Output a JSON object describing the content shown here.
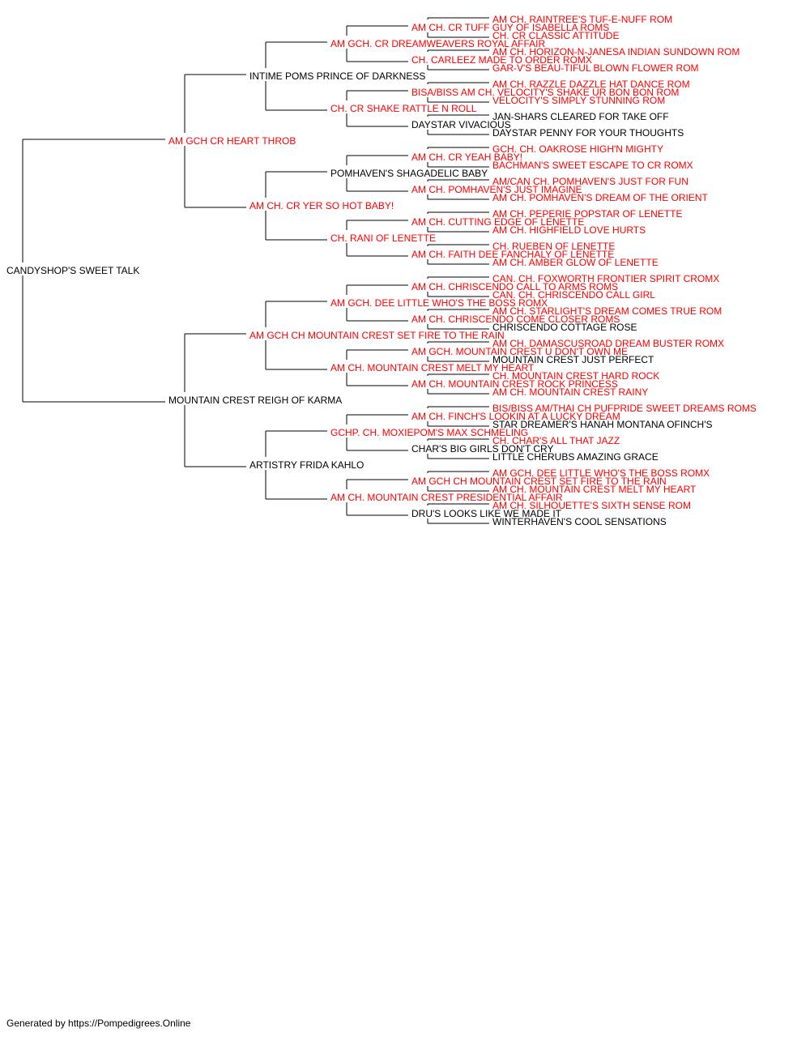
{
  "colors": {
    "champion": "#ff0000",
    "normal": "#000000",
    "line": "#000000"
  },
  "pedigree": {
    "name": "CANDYSHOP'S SWEET TALK",
    "champion": false,
    "sire": {
      "name": "AM GCH CR HEART THROB",
      "champion": true,
      "sire": {
        "name": "INTIME POMS PRINCE OF DARKNESS",
        "champion": false,
        "sire": {
          "name": "AM GCH. CR DREAMWEAVERS ROYAL AFFAIR",
          "champion": true,
          "sire": {
            "name": "AM CH. CR TUFF GUY OF ISABELLA ROMS",
            "champion": true,
            "sire": {
              "name": "AM CH. RAINTREE'S TUF-E-NUFF ROM",
              "champion": true
            },
            "dam": {
              "name": "CH. CR CLASSIC ATTITUDE",
              "champion": true
            }
          },
          "dam": {
            "name": "CH. CARLEEZ MADE TO ORDER ROMX",
            "champion": true,
            "sire": {
              "name": "AM CH. HORIZON-N-JANESA INDIAN SUNDOWN ROM",
              "champion": true
            },
            "dam": {
              "name": "GAR-V'S BEAU-TIFUL BLOWN FLOWER ROM",
              "champion": true
            }
          }
        },
        "dam": {
          "name": "CH. CR SHAKE RATTLE N ROLL",
          "champion": true,
          "sire": {
            "name": "BISA/BISS AM CH. VELOCITY'S SHAKE UR BON BON ROM",
            "champion": true,
            "sire": {
              "name": "AM CH. RAZZLE DAZZLE HAT DANCE ROM",
              "champion": true
            },
            "dam": {
              "name": "VELOCITY'S SIMPLY STUNNING ROM",
              "champion": true
            }
          },
          "dam": {
            "name": "DAYSTAR VIVACIOUS",
            "champion": false,
            "sire": {
              "name": "JAN-SHARS CLEARED FOR TAKE OFF",
              "champion": false
            },
            "dam": {
              "name": "DAYSTAR PENNY FOR YOUR THOUGHTS",
              "champion": false
            }
          }
        }
      },
      "dam": {
        "name": "AM CH. CR YER SO HOT BABY!",
        "champion": true,
        "sire": {
          "name": "POMHAVEN'S SHAGADELIC BABY",
          "champion": false,
          "sire": {
            "name": "AM CH. CR YEAH BABY!",
            "champion": true,
            "sire": {
              "name": "GCH. CH. OAKROSE HIGH'N MIGHTY",
              "champion": true
            },
            "dam": {
              "name": "BACHMAN'S SWEET ESCAPE TO CR ROMX",
              "champion": true
            }
          },
          "dam": {
            "name": "AM CH. POMHAVEN'S JUST IMAGINE",
            "champion": true,
            "sire": {
              "name": "AM/CAN CH. POMHAVEN'S JUST FOR FUN",
              "champion": true
            },
            "dam": {
              "name": "AM CH. POMHAVEN'S DREAM OF THE ORIENT",
              "champion": true
            }
          }
        },
        "dam": {
          "name": "CH. RANI OF LENETTE",
          "champion": true,
          "sire": {
            "name": "AM CH. CUTTING EDGE OF LENETTE",
            "champion": true,
            "sire": {
              "name": "AM CH. PEPERIE POPSTAR OF LENETTE",
              "champion": true
            },
            "dam": {
              "name": "AM CH. HIGHFIELD LOVE HURTS",
              "champion": true
            }
          },
          "dam": {
            "name": "AM CH. FAITH DEE FANCHALY OF LENETTE",
            "champion": true,
            "sire": {
              "name": "CH. RUEBEN OF LENETTE",
              "champion": true
            },
            "dam": {
              "name": "AM CH. AMBER GLOW OF LENETTE",
              "champion": true
            }
          }
        }
      }
    },
    "dam": {
      "name": "MOUNTAIN CREST REIGH OF KARMA",
      "champion": false,
      "sire": {
        "name": "AM GCH CH MOUNTAIN CREST SET FIRE TO THE RAIN",
        "champion": true,
        "sire": {
          "name": "AM GCH. DEE LITTLE WHO'S THE BOSS ROMX",
          "champion": true,
          "sire": {
            "name": "AM CH. CHRISCENDO CALL TO ARMS ROMS",
            "champion": true,
            "sire": {
              "name": "CAN. CH. FOXWORTH FRONTIER SPIRIT CROMX",
              "champion": true
            },
            "dam": {
              "name": "CAN. CH. CHRISCENDO CALL GIRL",
              "champion": true
            }
          },
          "dam": {
            "name": "AM CH. CHRISCENDO COME CLOSER ROMS",
            "champion": true,
            "sire": {
              "name": "AM CH. STARLIGHT'S DREAM COMES TRUE ROM",
              "champion": true
            },
            "dam": {
              "name": "CHRISCENDO COTTAGE ROSE",
              "champion": false
            }
          }
        },
        "dam": {
          "name": "AM CH. MOUNTAIN CREST MELT MY HEART",
          "champion": true,
          "sire": {
            "name": "AM GCH. MOUNTAIN CREST U DON'T OWN ME",
            "champion": true,
            "sire": {
              "name": "AM CH. DAMASCUSROAD DREAM BUSTER ROMX",
              "champion": true
            },
            "dam": {
              "name": "MOUNTAIN CREST JUST PERFECT",
              "champion": false
            }
          },
          "dam": {
            "name": "AM CH. MOUNTAIN CREST ROCK PRINCESS",
            "champion": true,
            "sire": {
              "name": "CH. MOUNTAIN CREST HARD ROCK",
              "champion": true
            },
            "dam": {
              "name": "AM CH. MOUNTAIN CREST RAINY",
              "champion": true
            }
          }
        }
      },
      "dam": {
        "name": "ARTISTRY FRIDA KAHLO",
        "champion": false,
        "sire": {
          "name": "GCHP. CH. MOXIEPOM'S MAX SCHMELING",
          "champion": true,
          "sire": {
            "name": "AM CH. FINCH'S LOOKIN AT A LUCKY DREAM",
            "champion": true,
            "sire": {
              "name": "BIS/BISS AM/THAI CH PUFPRIDE SWEET DREAMS ROMS",
              "champion": true
            },
            "dam": {
              "name": "STAR DREAMER'S HANAH MONTANA OFINCH'S",
              "champion": false
            }
          },
          "dam": {
            "name": "CHAR'S BIG GIRLS DON'T CRY",
            "champion": false,
            "sire": {
              "name": "CH. CHAR'S ALL THAT JAZZ",
              "champion": true
            },
            "dam": {
              "name": "LITTLE CHERUBS AMAZING GRACE",
              "champion": false
            }
          }
        },
        "dam": {
          "name": "AM CH. MOUNTAIN CREST PRESIDENTIAL AFFAIR",
          "champion": true,
          "sire": {
            "name": "AM GCH CH MOUNTAIN CREST SET FIRE TO THE RAIN",
            "champion": true,
            "sire": {
              "name": "AM GCH. DEE LITTLE WHO'S THE BOSS ROMX",
              "champion": true
            },
            "dam": {
              "name": "AM CH. MOUNTAIN CREST MELT MY HEART",
              "champion": true
            }
          },
          "dam": {
            "name": "DRU'S LOOKS LIKE WE MADE IT",
            "champion": false,
            "sire": {
              "name": "AM CH. SILHOUETTE'S SIXTH SENSE ROM",
              "champion": true
            },
            "dam": {
              "name": "WINTERHAVEN'S COOL SENSATIONS",
              "champion": false
            }
          }
        }
      }
    }
  },
  "footer": "Generated by https://Pompedigrees.Online"
}
